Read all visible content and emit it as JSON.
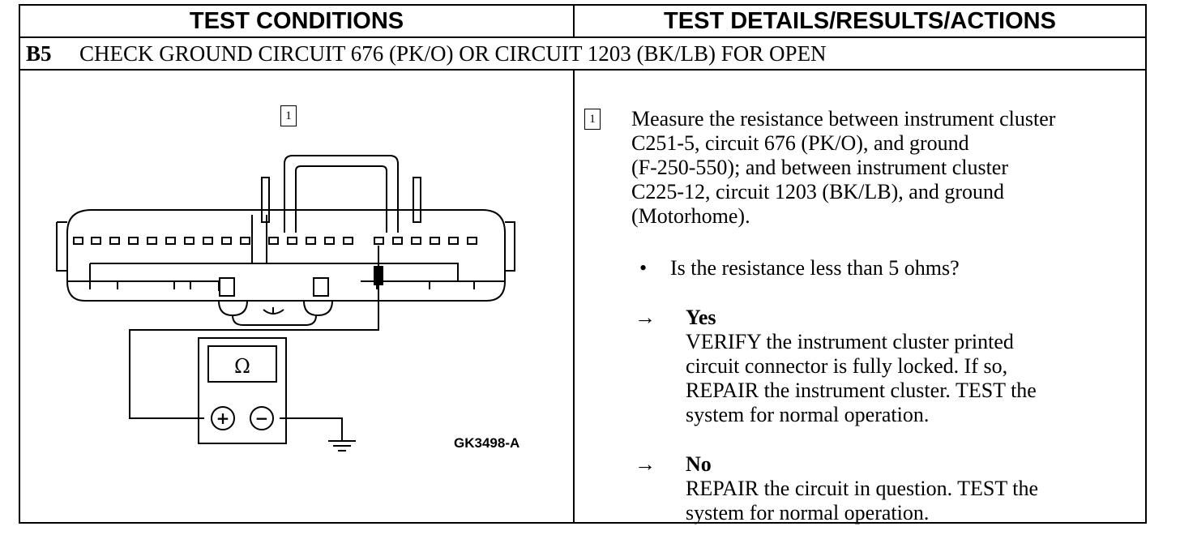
{
  "header": {
    "left": "TEST CONDITIONS",
    "right": "TEST DETAILS/RESULTS/ACTIONS"
  },
  "step": {
    "id": "B5",
    "title": "CHECK GROUND CIRCUIT 676 (PK/O) OR CIRCUIT 1203 (BK/LB) FOR OPEN"
  },
  "figure": {
    "step_marker": "1",
    "meter_symbol": "Ω",
    "plus_symbol": "+",
    "minus_symbol": "−",
    "label": "GK3498-A",
    "icons": [
      "ohmmeter-icon",
      "ground-symbol-icon",
      "connector-icon"
    ]
  },
  "details": {
    "step_marker": "1",
    "measure_lines": [
      "Measure the resistance between instrument cluster",
      "C251-5, circuit 676 (PK/O), and ground",
      "(F-250-550); and between instrument cluster",
      "C225-12, circuit 1203 (BK/LB), and ground",
      "(Motorhome)."
    ],
    "bullet": "•",
    "question": "Is the resistance less than 5 ohms?",
    "arrow": "→",
    "yes": {
      "label": "Yes",
      "lines": [
        "VERIFY the instrument cluster printed",
        "circuit connector is fully locked. If so,",
        "REPAIR the instrument cluster. TEST the",
        "system for normal operation."
      ]
    },
    "no": {
      "label": "No",
      "lines": [
        "REPAIR the circuit in question. TEST the",
        "system for normal operation."
      ]
    }
  }
}
